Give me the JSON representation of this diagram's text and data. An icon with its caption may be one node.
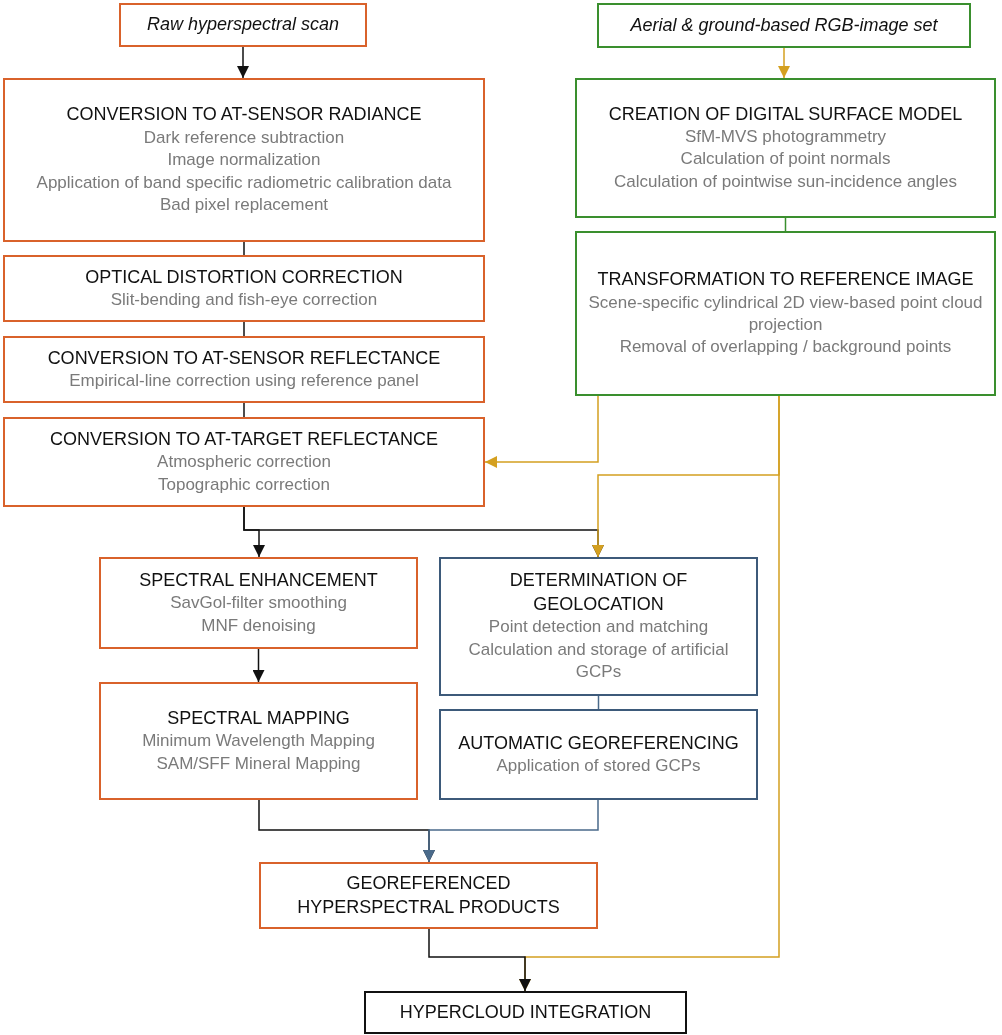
{
  "diagram": {
    "nodes": [
      {
        "text": [
          "Raw hyperspectral scan"
        ]
      },
      {
        "text": [
          "CONVERSION TO AT-SENSOR RADIANCE",
          "Dark reference subtraction",
          "Image normalization",
          "Application of band specific radiometric calibration data",
          "Bad pixel replacement"
        ]
      },
      {
        "text": [
          "OPTICAL DISTORTION CORRECTION",
          "Slit-bending and fish-eye correction"
        ]
      },
      {
        "text": [
          "CONVERSION TO AT-SENSOR REFLECTANCE",
          "Empirical-line correction using reference panel"
        ]
      },
      {
        "text": [
          "CONVERSION TO AT-TARGET REFLECTANCE",
          "Atmospheric correction",
          "Topographic correction"
        ]
      },
      {
        "text": [
          "Aerial & ground-based RGB-image set"
        ]
      },
      {
        "text": [
          "CREATION OF DIGITAL SURFACE MODEL",
          "SfM-MVS photogrammetry",
          "Calculation of point normals",
          "Calculation of pointwise sun-incidence angles"
        ]
      },
      {
        "text": [
          "TRANSFORMATION TO REFERENCE IMAGE",
          "Scene-specific cylindrical 2D view-based point cloud projection",
          "Removal of overlapping / background points"
        ]
      },
      {
        "text": [
          "SPECTRAL ENHANCEMENT",
          "SavGol-filter smoothing",
          "MNF denoising"
        ]
      },
      {
        "text": [
          "DETERMINATION OF GEOLOCATION",
          "Point detection and matching",
          "Calculation and storage of artificial GCPs"
        ]
      },
      {
        "text": [
          "SPECTRAL MAPPING",
          "Minimum Wavelength Mapping",
          "SAM/SFF Mineral Mapping"
        ]
      },
      {
        "text": [
          "AUTOMATIC GEOREFERENCING",
          "Application of stored GCPs"
        ]
      },
      {
        "text": [
          "GEOREFERENCED HYPERSPECTRAL PRODUCTS"
        ]
      },
      {
        "text": [
          "HYPERCLOUD INTEGRATION"
        ]
      }
    ],
    "edges": [
      {
        "from": 0,
        "to": 1,
        "arrow": "to"
      },
      {
        "from": 1,
        "to": 2,
        "arrow": "none"
      },
      {
        "from": 2,
        "to": 3,
        "arrow": "none"
      },
      {
        "from": 3,
        "to": 4,
        "arrow": "none"
      },
      {
        "from": 4,
        "to": 8,
        "arrow": "to"
      },
      {
        "from": 4,
        "to": 9,
        "arrow": "to"
      },
      {
        "from": 5,
        "to": 6,
        "arrow": "to",
        "color": "#d4a020"
      },
      {
        "from": 6,
        "to": 7,
        "arrow": "none",
        "color": "#3a8f2e"
      },
      {
        "from": 7,
        "to": 4,
        "arrow": "to",
        "color": "#d4a020"
      },
      {
        "from": 7,
        "to": 9,
        "arrow": "to",
        "color": "#d4a020"
      },
      {
        "from": 7,
        "to": 13,
        "arrow": "to",
        "color": "#d4a020"
      },
      {
        "from": 8,
        "to": 10,
        "arrow": "to"
      },
      {
        "from": 9,
        "to": 11,
        "arrow": "none",
        "color": "#4a6a8a"
      },
      {
        "from": 10,
        "to": 12,
        "arrow": "to"
      },
      {
        "from": 11,
        "to": 12,
        "arrow": "to",
        "color": "#4a6a8a"
      },
      {
        "from": 12,
        "to": 13,
        "arrow": "to"
      }
    ]
  }
}
